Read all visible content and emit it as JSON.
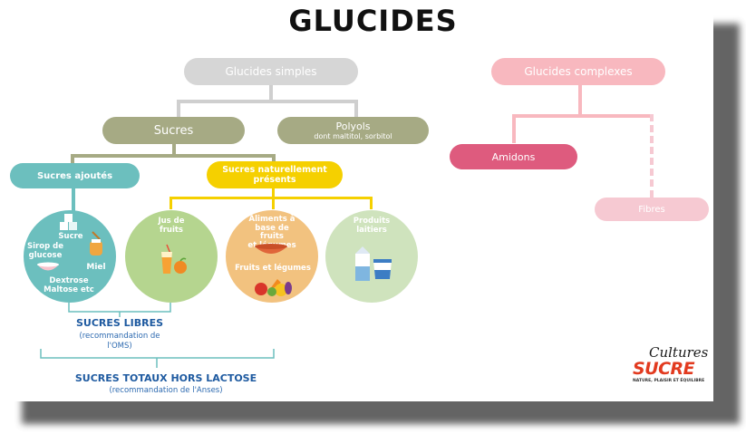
{
  "title": "GLUCIDES",
  "nodes": {
    "simples": "Glucides simples",
    "complexes": "Glucides complexes",
    "sucres": "Sucres",
    "polyols": "Polyols",
    "polyols_sub": "dont maltitol, sorbitol",
    "amidons": "Amidons",
    "fibres": "Fibres",
    "sucres_ajoutes": "Sucres ajoutés",
    "sucres_naturels_1": "Sucres naturellement",
    "sucres_naturels_2": "présents"
  },
  "circles": {
    "ajoutes": {
      "sucre": "Sucre",
      "sirop_1": "Sirop de",
      "sirop_2": "glucose",
      "miel": "Miel",
      "dextrose_1": "Dextrose",
      "dextrose_2": "Maltose etc"
    },
    "jus": {
      "line1": "Jus de",
      "line2": "fruits"
    },
    "aliments": {
      "line1": "Aliments à",
      "line2": "base de fruits",
      "line3": "et légumes",
      "fruits": "Fruits et légumes"
    },
    "laitiers": {
      "line1": "Produits",
      "line2": "laitiers"
    }
  },
  "bottom": {
    "libres": "SUCRES LIBRES",
    "libres_sub_1": "(recommandation de",
    "libres_sub_2": "l'OMS)",
    "totaux": "SUCRES TOTAUX HORS LACTOSE",
    "totaux_sub": "(recommandation de l'Anses)"
  },
  "logo": {
    "script": "Cultures",
    "word": "SUCRE",
    "tagline": "NATURE, PLAISIR ET ÉQUILIBRE"
  },
  "colors": {
    "grey_light": "#d3d3d3",
    "olive": "#a6aa84",
    "teal": "#6cbfbe",
    "yellow": "#f5d000",
    "pink_light": "#f8b8bf",
    "pink_dark": "#de5b7e",
    "pink_pale": "#f6c9d2",
    "green_circle": "#b5d58f",
    "orange_circle": "#f2c27f",
    "dairy_circle": "#cfe3bd",
    "blue_label": "#1e5aa0"
  }
}
